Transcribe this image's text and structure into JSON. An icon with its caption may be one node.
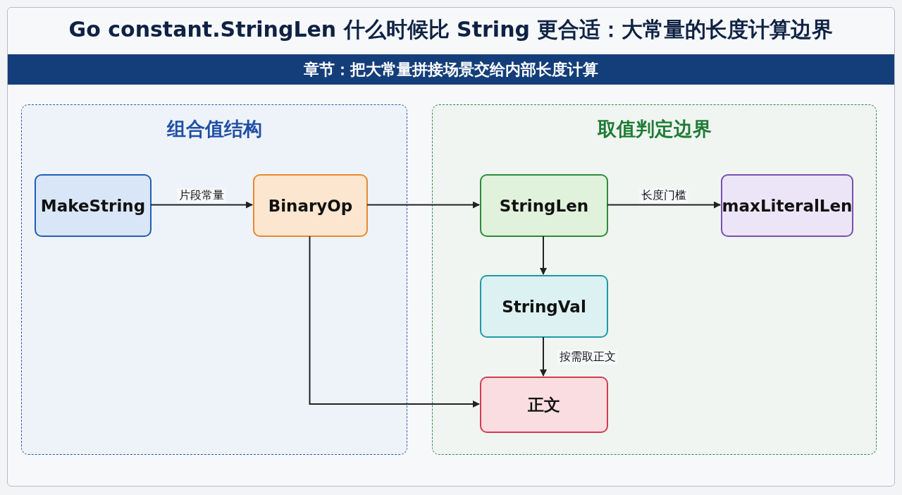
{
  "diagram": {
    "title": "Go constant.StringLen 什么时候比 String 更合适：大常量的长度计算边界",
    "nodes": [
      {
        "text": [
          "章节：把大常量拼接场景交给内部长度计算"
        ]
      },
      {
        "text": [
          "组合值结构"
        ]
      },
      {
        "text": [
          "MakeString"
        ],
        "in": 1
      },
      {
        "text": [
          "BinaryOp"
        ],
        "in": 1
      },
      {
        "text": [
          "取值判定边界"
        ]
      },
      {
        "text": [
          "StringLen"
        ],
        "in": 4
      },
      {
        "text": [
          "maxLiteralLen"
        ],
        "in": 4
      },
      {
        "text": [
          "StringVal"
        ],
        "in": 4
      },
      {
        "text": [
          "正文"
        ],
        "in": 4
      }
    ],
    "edges": [
      {
        "from": 2,
        "to": 3,
        "arrow": "to",
        "label": "片段常量"
      },
      {
        "from": 3,
        "to": 5,
        "arrow": "to"
      },
      {
        "from": 5,
        "to": 6,
        "arrow": "to",
        "label": "长度门槛"
      },
      {
        "from": 5,
        "to": 7,
        "arrow": "to"
      },
      {
        "from": 7,
        "to": 8,
        "arrow": "to",
        "label": "按需取正文"
      },
      {
        "from": 3,
        "to": 8,
        "arrow": "to"
      }
    ]
  }
}
